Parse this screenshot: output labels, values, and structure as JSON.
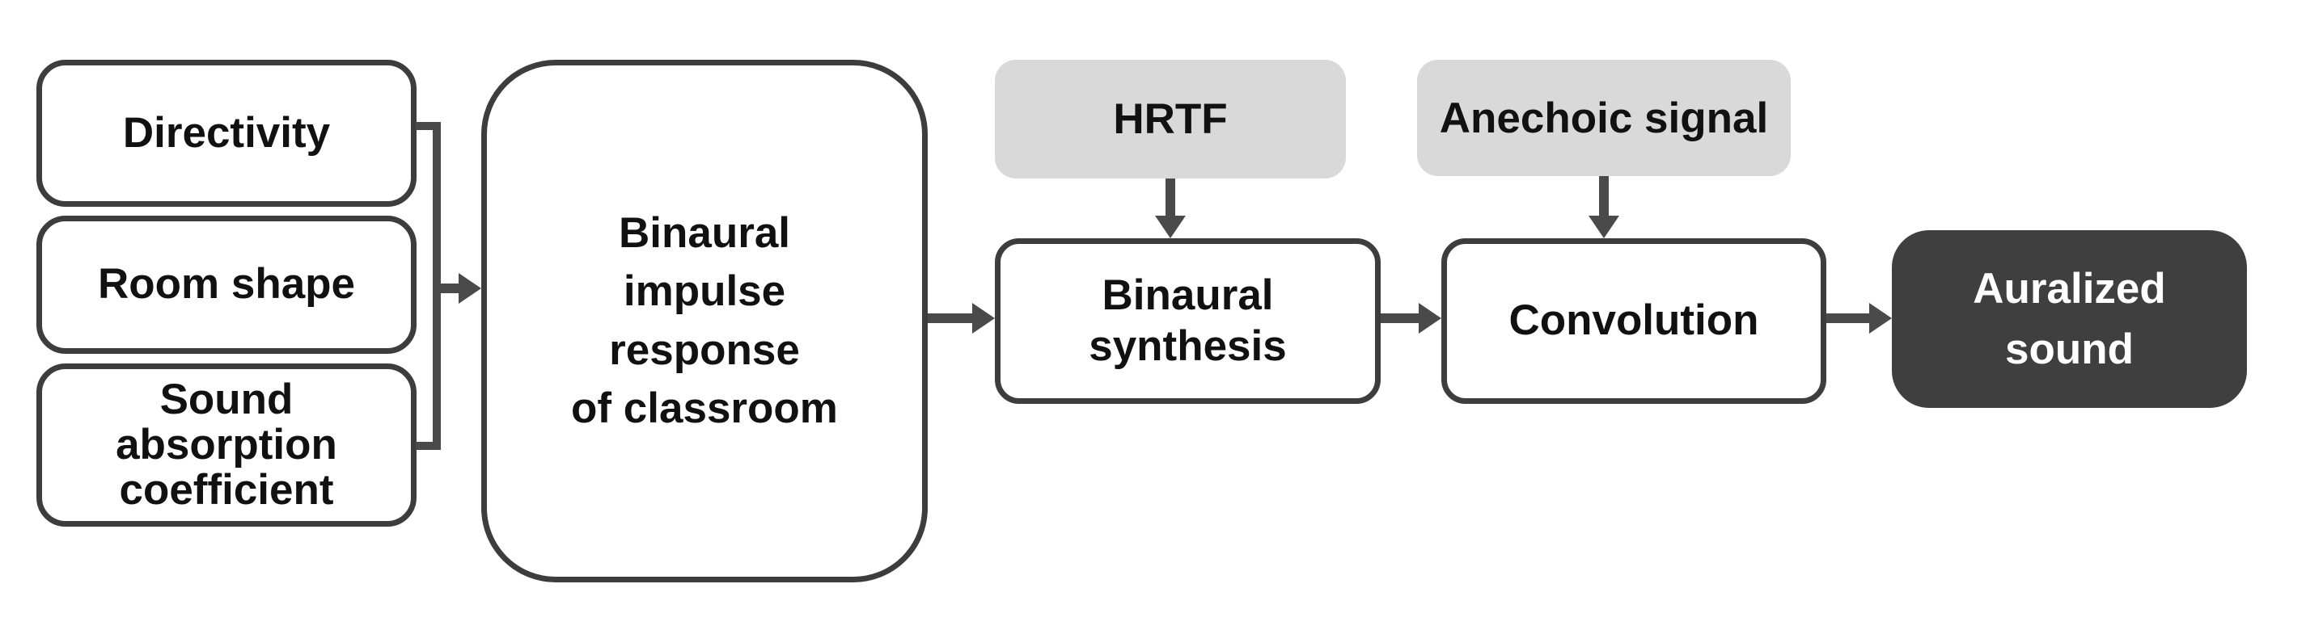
{
  "colors": {
    "page_bg": "#ffffff",
    "box_border": "#3d3d3d",
    "line": "#4a4a4a",
    "gray_fill": "#d9d9d9",
    "dark_fill": "#3f3f3f",
    "text": "#111111",
    "text_on_dark": "#ffffff"
  },
  "diagram": {
    "inputs": [
      {
        "label": "Directivity"
      },
      {
        "label": "Room shape"
      },
      {
        "label": "Sound absorption coefficient"
      }
    ],
    "externals": [
      {
        "label": "HRTF"
      },
      {
        "label": "Anechoic signal"
      }
    ],
    "process": {
      "bir": {
        "lines": [
          "Binaural",
          "impulse",
          "response",
          "of classroom"
        ]
      },
      "binaural_synthesis": {
        "lines": [
          "Binaural",
          "synthesis"
        ]
      },
      "convolution": {
        "label": "Convolution"
      },
      "auralized": {
        "lines": [
          "Auralized",
          "sound"
        ]
      }
    }
  }
}
